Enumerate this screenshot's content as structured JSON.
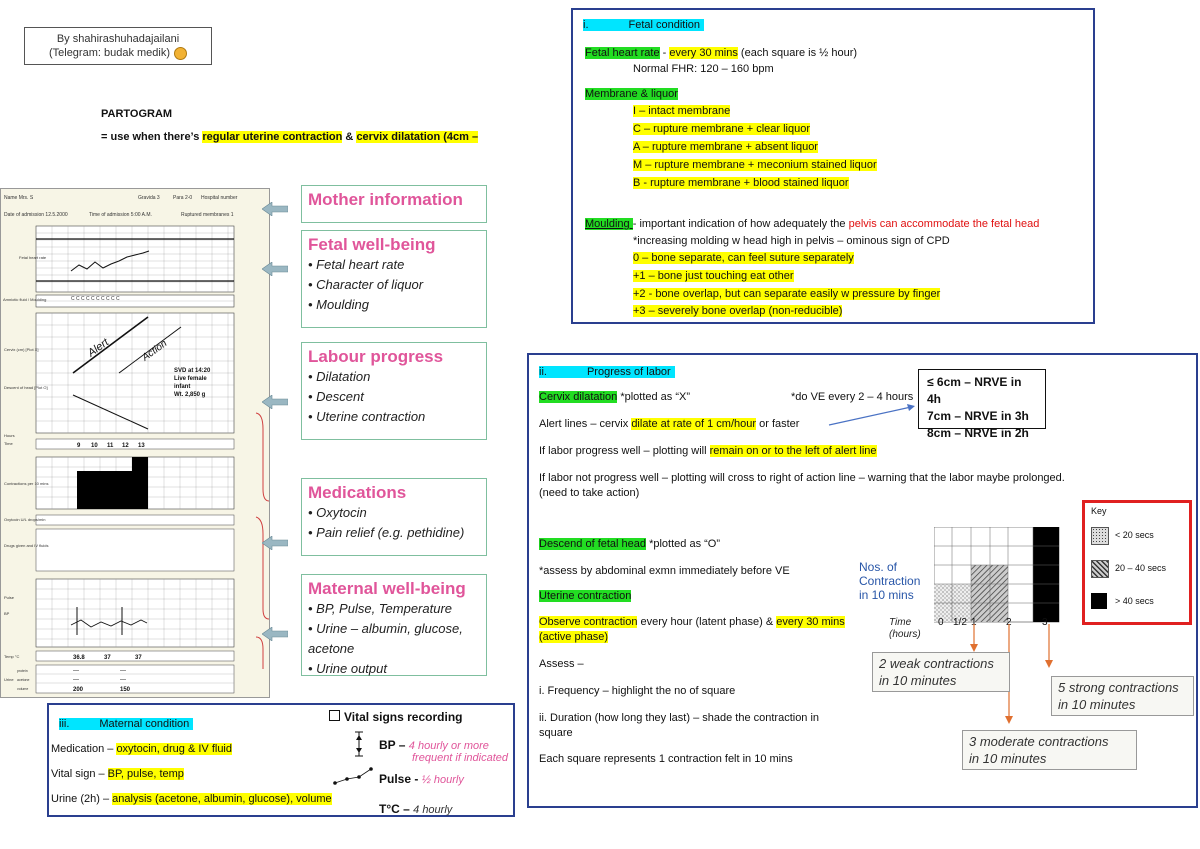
{
  "credit": {
    "line1": "By shahirashuhadajailani",
    "line2": "(Telegram: budak medik)"
  },
  "partogram": {
    "title": "PARTOGRAM",
    "def_prefix": "= use when there’s ",
    "def_hl1": "regular uterine contraction",
    "def_mid": " & ",
    "def_hl2": "cervix dilatation (4cm –"
  },
  "chart": {
    "header_name": "Name  Mrs. S",
    "header_gravida": "Gravida  3",
    "header_para": "Para  2-0",
    "header_hosp": "Hospital number",
    "admission": "Date of admission  12.5.2000",
    "time_admission": "Time of admission  5:00 A.M.",
    "ruptured": "Ruptured membranes  1",
    "fhr_label": "Fetal heart rate",
    "liquor_label": "Amniotic fluid / Moulding",
    "cervix_label": "Cervix (cm) [Plot X]",
    "descent_label": "Descent of head [Plot O]",
    "alert_label": "Alert",
    "action_label": "Action",
    "svd_note1": "SVD at 14:20",
    "svd_note2": "Live female",
    "svd_note3": "infant",
    "svd_note4": "Wt. 2,850 g",
    "hours_label": "Hours",
    "time_label": "Time",
    "times": [
      "9",
      "10",
      "11",
      "12",
      "13"
    ],
    "contractions_label": "Contractions per 10 mins",
    "oxytocin_label": "Oxytocin U/L drops/min",
    "drugs_label": "Drugs given and IV fluids",
    "pulse_label": "Pulse",
    "bp_label": "BP",
    "temp_label": "Temp °C",
    "temps": [
      "36.8",
      "37",
      "37"
    ],
    "urine_label": "Urine",
    "urine_rows": [
      "protein",
      "acetone",
      "volume"
    ],
    "volumes": [
      "200",
      "150"
    ]
  },
  "side_boxes": [
    {
      "title": "Mother information",
      "bullets": []
    },
    {
      "title": "Fetal well-being",
      "bullets": [
        "• Fetal heart rate",
        "• Character of liquor",
        "• Moulding"
      ]
    },
    {
      "title": "Labour progress",
      "bullets": [
        "• Dilatation",
        "• Descent",
        "• Uterine contraction"
      ]
    },
    {
      "title": "Medications",
      "bullets": [
        "• Oxytocin",
        "• Pain relief (e.g. pethidine)"
      ]
    },
    {
      "title": "Maternal well-being",
      "bullets": [
        "• BP, Pulse, Temperature",
        "• Urine – albumin, glucose, acetone",
        "• Urine output"
      ]
    }
  ],
  "fetal": {
    "heading_num": "i.",
    "heading": "Fetal condition",
    "fhr_label": "Fetal heart rate",
    "fhr_dash": " - ",
    "fhr_hl": "every 30 mins",
    "fhr_rest": " (each square is ½ hour)",
    "fhr_normal": "Normal FHR: 120 – 160 bpm",
    "membrane_label": "Membrane & liquor",
    "membrane_items": [
      "I – intact membrane",
      "C – rupture membrane + clear liquor",
      "A – rupture membrane + absent liquor",
      "M – rupture membrane + meconium stained liquor",
      "B - rupture membrane + blood stained liquor"
    ],
    "moulding_label": "Moulding ",
    "moulding_dash": "- ",
    "moulding_text": "important indication of how adequately the ",
    "moulding_red": "pelvis can accommodate the fetal head",
    "moulding_note": "*increasing molding w head high in pelvis – ominous sign of CPD",
    "moulding_items": [
      "0 – bone separate, can feel suture separately",
      "+1 – bone just touching eat other",
      "+2 - bone overlap, but can separate easily w pressure by finger",
      "+3 – severely bone overlap (non-reducible)"
    ]
  },
  "progress": {
    "heading_num": "ii.",
    "heading": "Progress of labor",
    "cervix_label": "Cervix dilatation",
    "cervix_plot": "  *plotted as “X”",
    "cervix_ve": "*do VE every 2 – 4 hours",
    "alert_pre": "Alert lines – cervix ",
    "alert_hl": "dilate at rate of 1 cm/hour",
    "alert_post": " or faster",
    "nrve": [
      "≤ 6cm – NRVE in 4h",
      "7cm – NRVE in 3h",
      "8cm – NRVE in 2h"
    ],
    "well_pre": "If labor progress well – plotting will ",
    "well_hl": "remain on or to the left of alert line",
    "notwell_1": "If labor not progress well – plotting will cross to right of action line – warning that the labor maybe prolonged.",
    "notwell_2": "(need to take action)",
    "descend_label": "Descend of fetal head",
    "descend_plot": "  *plotted as “O”",
    "descend_note": "*assess by abdominal exmn immediately before VE",
    "uterine_label": "Uterine contraction",
    "observe_hl1": "Observe contraction",
    "observe_mid": " every hour (latent phase) & ",
    "observe_hl2": "every 30 mins",
    "observe_hl3": "(active phase)",
    "assess": "Assess –",
    "freq": "i. Frequency – highlight the no of square",
    "dur_1": "ii. Duration (how long they last) – shade the contraction in",
    "dur_2": "square",
    "each_square": "Each square represents 1 contraction felt in 10 mins",
    "nos_label": [
      "Nos. of",
      "Contraction",
      "in 10 mins"
    ],
    "time_hours": [
      "Time",
      "(hours)"
    ],
    "time_ticks": [
      "0",
      "1/2",
      "1",
      "2",
      "3"
    ],
    "key_title": "Key",
    "key_items": [
      "< 20 secs",
      "20 – 40 secs",
      "> 40 secs"
    ],
    "callouts": [
      "2 weak contractions",
      "in 10 minutes",
      "3 moderate contractions",
      "in 10 minutes",
      "5 strong contractions",
      "in 10 minutes"
    ]
  },
  "maternal": {
    "heading_num": "iii.",
    "heading": "Maternal condition",
    "med_pre": "Medication – ",
    "med_hl": "oxytocin, drug & IV fluid",
    "vital_pre": "Vital sign – ",
    "vital_hl": "BP, pulse, temp",
    "urine_pre": "Urine (2h) – ",
    "urine_hl": "analysis (acetone, albumin, glucose), volume",
    "vs_title": "Vital signs recording",
    "bp_label": "BP – ",
    "bp_text": "4 hourly or more",
    "bp_text2": "frequent if indicated",
    "pulse_label": "Pulse - ",
    "pulse_text": "½ hourly",
    "temp_label": "T°C – ",
    "temp_text": "4 hourly"
  }
}
